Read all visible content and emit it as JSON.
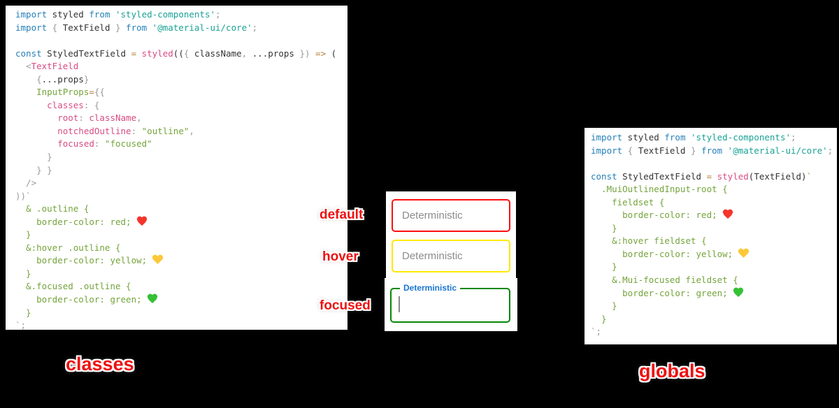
{
  "colors": {
    "background": "#000000",
    "syntax_keyword": "#2680b8",
    "syntax_string": "#19a296",
    "syntax_css_green": "#74a43b",
    "syntax_pink": "#d94c82",
    "syntax_operator": "#b5803d",
    "syntax_punctuation": "#9b9b9b",
    "syntax_identifier": "#333333",
    "caption_red": "#ee1111",
    "floating_label_blue": "#1976d2",
    "border_default": "#ff0000",
    "border_hover": "#ffe900",
    "border_focused": "#068806",
    "heart_red": "#f4352c",
    "heart_yellow": "#fcc83b",
    "heart_green": "#35c135"
  },
  "section_labels": {
    "left": "classes",
    "right": "globals"
  },
  "captions": {
    "default": "default",
    "hover": "hover",
    "focused": "focused"
  },
  "textfields": {
    "default": {
      "placeholder": "Deterministic"
    },
    "hover": {
      "placeholder": "Deterministic"
    },
    "focused": {
      "label": "Deterministic",
      "value": ""
    }
  },
  "code_left": {
    "lines": [
      [
        [
          "kw",
          "import"
        ],
        [
          "id",
          " styled "
        ],
        [
          "kw",
          "from"
        ],
        [
          "str",
          " 'styled-components'"
        ],
        [
          "pun",
          ";"
        ]
      ],
      [
        [
          "kw",
          "import"
        ],
        [
          "pun",
          " { "
        ],
        [
          "id",
          "TextField"
        ],
        [
          "pun",
          " } "
        ],
        [
          "kw",
          "from"
        ],
        [
          "str",
          " '@material-ui/core'"
        ],
        [
          "pun",
          ";"
        ]
      ],
      [],
      [
        [
          "kw",
          "const"
        ],
        [
          "id",
          " StyledTextField "
        ],
        [
          "op",
          "="
        ],
        [
          "pnk",
          " styled"
        ],
        [
          "id",
          "(("
        ],
        [
          "pun",
          "{ "
        ],
        [
          "id",
          "className"
        ],
        [
          "pun",
          ", "
        ],
        [
          "id",
          "...props"
        ],
        [
          "pun",
          " })"
        ],
        [
          "id",
          " "
        ],
        [
          "op",
          "=>"
        ],
        [
          "id",
          " ("
        ]
      ],
      [
        [
          "pun",
          "  <"
        ],
        [
          "pnk",
          "TextField"
        ]
      ],
      [
        [
          "pun",
          "    {"
        ],
        [
          "id",
          "...props"
        ],
        [
          "pun",
          "}"
        ]
      ],
      [
        [
          "grn",
          "    InputProps"
        ],
        [
          "op",
          "="
        ],
        [
          "pun",
          "{{"
        ]
      ],
      [
        [
          "pnk",
          "      classes"
        ],
        [
          "pun",
          ": {"
        ]
      ],
      [
        [
          "pnk",
          "        root"
        ],
        [
          "pun",
          ": "
        ],
        [
          "pnk",
          "className"
        ],
        [
          "pun",
          ","
        ]
      ],
      [
        [
          "pnk",
          "        notchedOutline"
        ],
        [
          "pun",
          ": "
        ],
        [
          "grn",
          "\"outline\""
        ],
        [
          "pun",
          ","
        ]
      ],
      [
        [
          "pnk",
          "        focused"
        ],
        [
          "pun",
          ": "
        ],
        [
          "grn",
          "\"focused\""
        ]
      ],
      [
        [
          "pun",
          "      }"
        ]
      ],
      [
        [
          "pun",
          "    } }"
        ]
      ],
      [
        [
          "pun",
          "  />"
        ]
      ],
      [
        [
          "pun",
          "))`"
        ]
      ],
      [
        [
          "grn",
          "  & .outline {"
        ]
      ],
      [
        [
          "grn",
          "    border-color: red; "
        ],
        [
          "heart-red",
          ""
        ]
      ],
      [
        [
          "grn",
          "  }"
        ]
      ],
      [
        [
          "grn",
          "  &:hover .outline {"
        ]
      ],
      [
        [
          "grn",
          "    border-color: yellow; "
        ],
        [
          "heart-yellow",
          ""
        ]
      ],
      [
        [
          "grn",
          "  }"
        ]
      ],
      [
        [
          "grn",
          "  &.focused .outline {"
        ]
      ],
      [
        [
          "grn",
          "    border-color: green; "
        ],
        [
          "heart-green",
          ""
        ]
      ],
      [
        [
          "grn",
          "  }"
        ]
      ],
      [
        [
          "pun",
          "`;"
        ]
      ]
    ]
  },
  "code_right": {
    "lines": [
      [
        [
          "kw",
          "import"
        ],
        [
          "id",
          " styled "
        ],
        [
          "kw",
          "from"
        ],
        [
          "str",
          " 'styled-components'"
        ],
        [
          "pun",
          ";"
        ]
      ],
      [
        [
          "kw",
          "import"
        ],
        [
          "pun",
          " { "
        ],
        [
          "id",
          "TextField"
        ],
        [
          "pun",
          " } "
        ],
        [
          "kw",
          "from"
        ],
        [
          "str",
          " '@material-ui/core'"
        ],
        [
          "pun",
          ";"
        ]
      ],
      [],
      [
        [
          "kw",
          "const"
        ],
        [
          "id",
          " StyledTextField "
        ],
        [
          "op",
          "="
        ],
        [
          "pnk",
          " styled"
        ],
        [
          "id",
          "(TextField)"
        ],
        [
          "grn",
          "`"
        ]
      ],
      [
        [
          "grn",
          "  .MuiOutlinedInput-root {"
        ]
      ],
      [
        [
          "grn",
          "    fieldset {"
        ]
      ],
      [
        [
          "grn",
          "      border-color: red; "
        ],
        [
          "heart-red",
          ""
        ]
      ],
      [
        [
          "grn",
          "    }"
        ]
      ],
      [
        [
          "grn",
          "    &:hover fieldset {"
        ]
      ],
      [
        [
          "grn",
          "      border-color: yellow; "
        ],
        [
          "heart-yellow",
          ""
        ]
      ],
      [
        [
          "grn",
          "    }"
        ]
      ],
      [
        [
          "grn",
          "    &.Mui-focused fieldset {"
        ]
      ],
      [
        [
          "grn",
          "      border-color: green; "
        ],
        [
          "heart-green",
          ""
        ]
      ],
      [
        [
          "grn",
          "    }"
        ]
      ],
      [
        [
          "grn",
          "  }"
        ]
      ],
      [
        [
          "pun",
          "`;"
        ]
      ]
    ]
  }
}
